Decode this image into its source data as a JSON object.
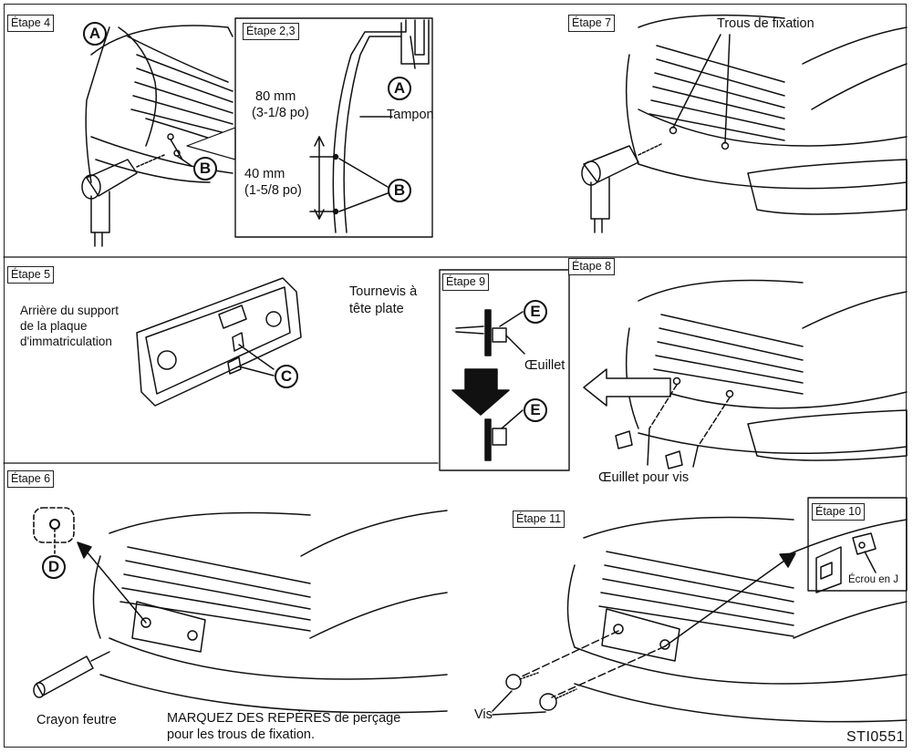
{
  "steps": {
    "s4": "Étape 4",
    "s23": "Étape  2,3",
    "s7": "Étape 7",
    "s5": "Étape 5",
    "s9": "Étape 9",
    "s8": "Étape 8",
    "s6": "Étape 6",
    "s11": "Étape 11",
    "s10": "Étape 10"
  },
  "labels": {
    "mm80": "80 mm",
    "po80": "(3-1/8 po)",
    "mm40": "40 mm",
    "po40": "(1-5/8 po)",
    "tampon": "Tampon",
    "trous": "Trous de fixation",
    "arriere1": "Arrière du support",
    "arriere2": "de la plaque",
    "arriere3": "d'immatriculation",
    "tournevis1": "Tournevis à",
    "tournevis2": "tête plate",
    "oeillet": "Œuillet",
    "oeillet_vis": "Œuillet pour vis",
    "crayon": "Crayon feutre",
    "marquez1": "MARQUEZ DES REPÈRES de perçage",
    "marquez2": "pour les trous de fixation.",
    "vis": "Vis",
    "ecrou": "Écrou en J",
    "code": "STI0551"
  },
  "callouts": {
    "a": "A",
    "b": "B",
    "c": "C",
    "d": "D",
    "e": "E"
  }
}
